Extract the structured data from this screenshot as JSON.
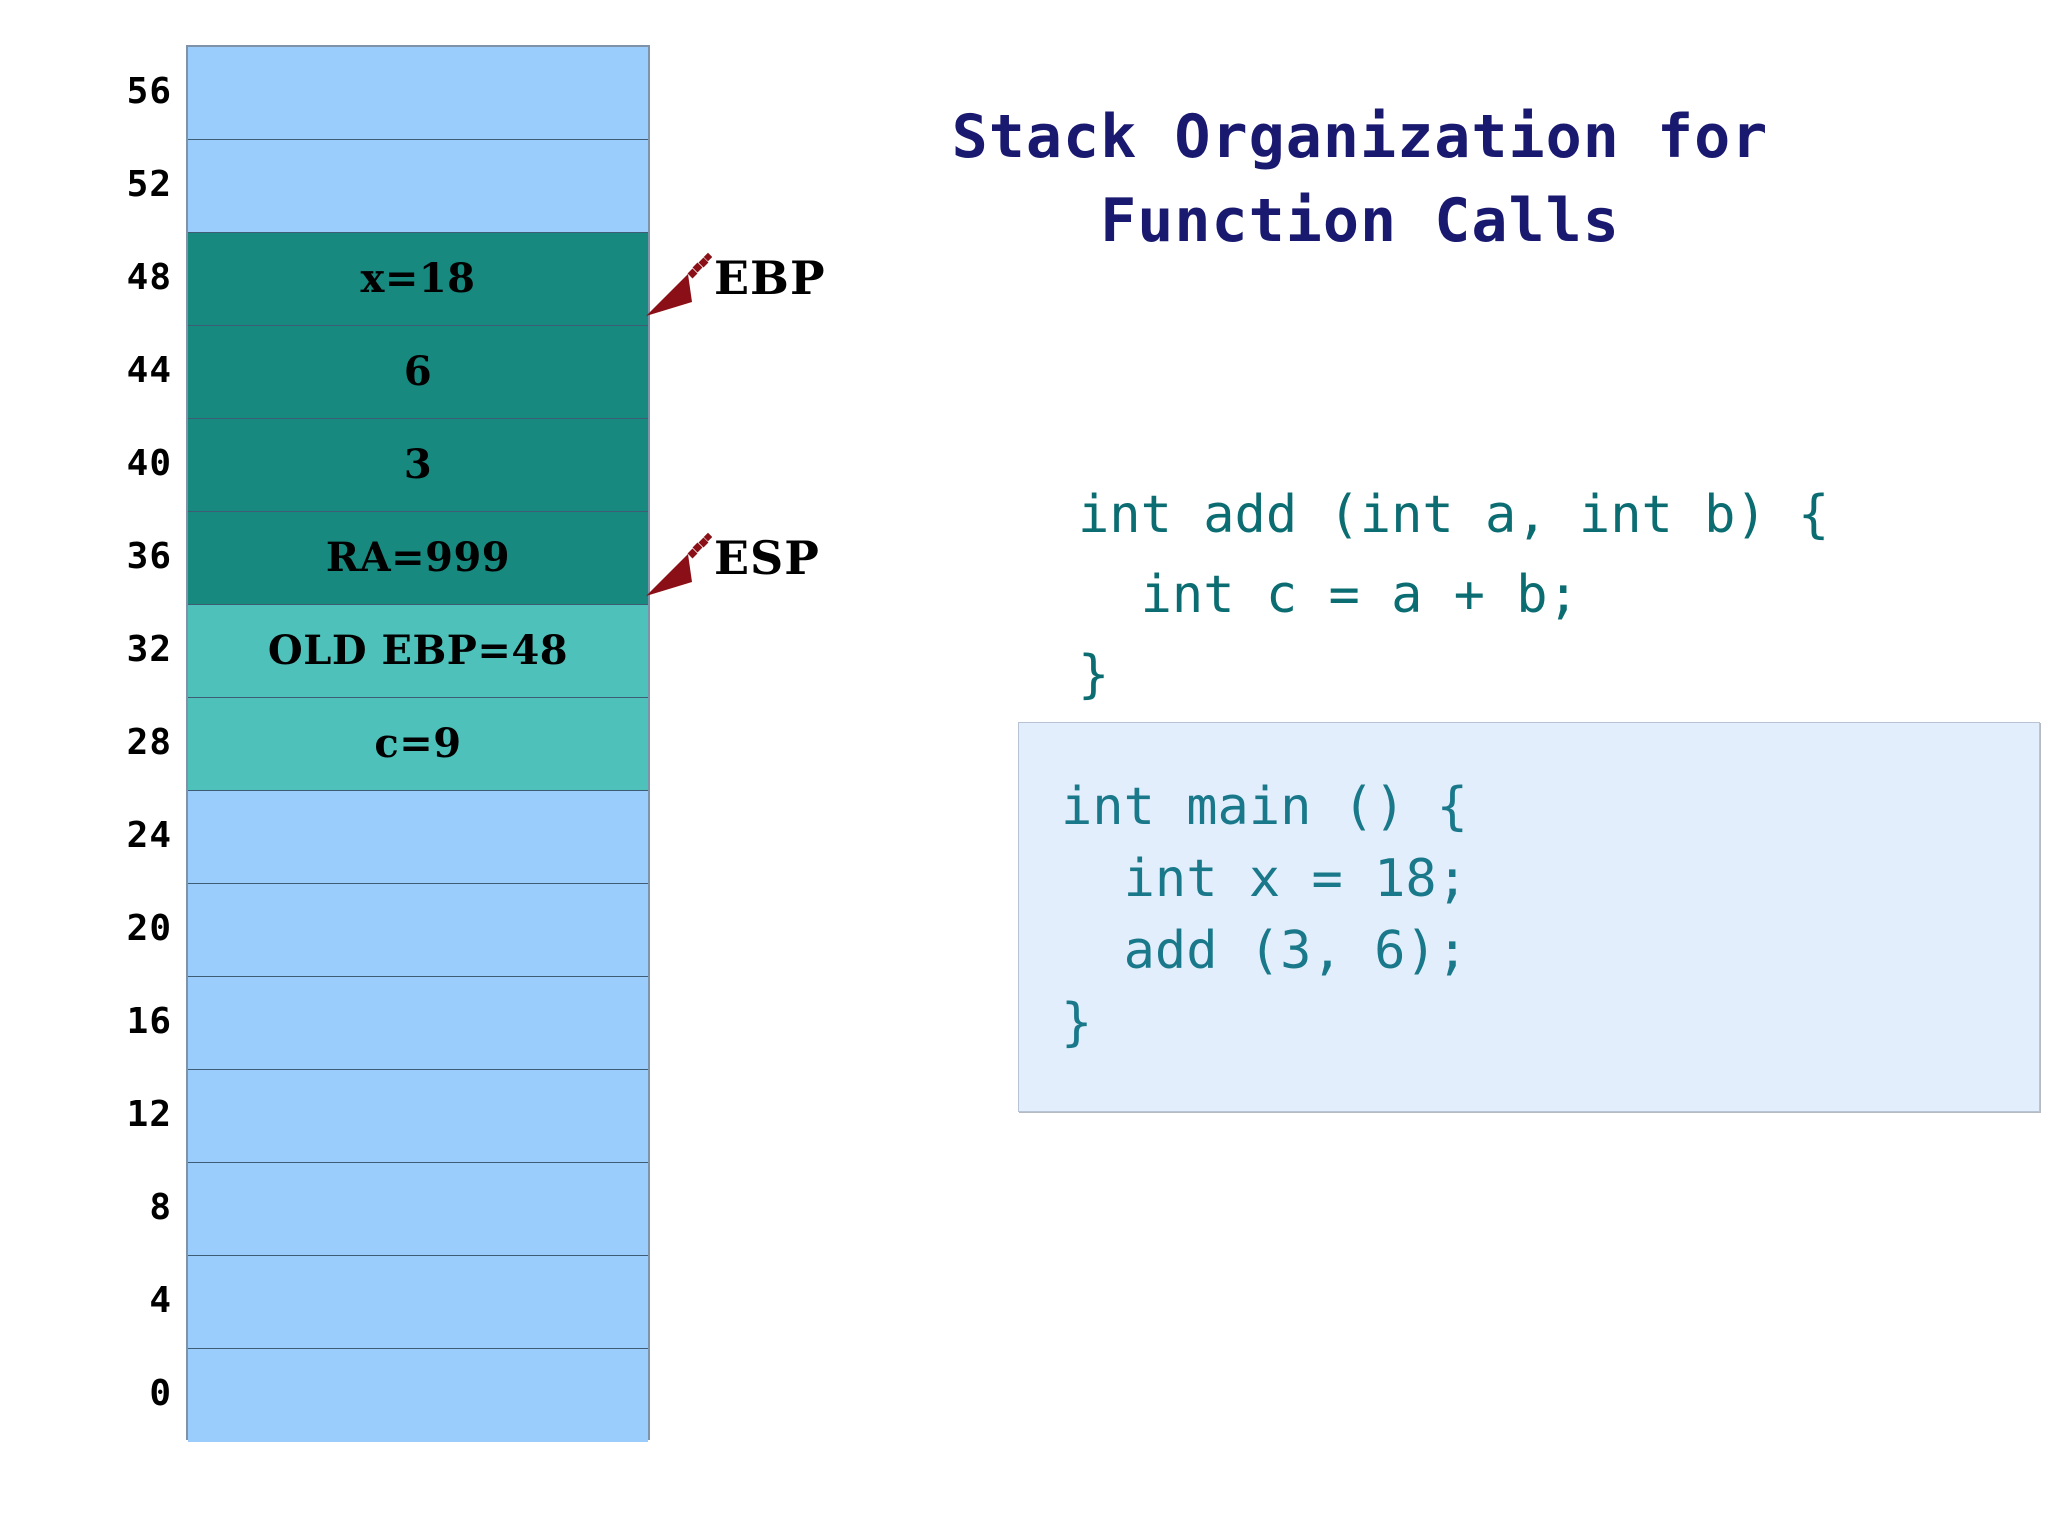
{
  "slide": {
    "title": "Stack Organization for\nFunction Calls",
    "title_color": "#191970",
    "background_color": "#ffffff"
  },
  "stack": {
    "colors": {
      "free_cell": "#9acdfc",
      "frame_dark": "#17897f",
      "frame_light": "#4ec1bb",
      "cell_border": "#3f5c75",
      "outer_border": "#7f93a8"
    },
    "addresses": [
      56,
      52,
      48,
      44,
      40,
      36,
      32,
      28,
      24,
      20,
      16,
      12,
      8,
      4,
      0
    ],
    "cells": [
      {
        "address": "56",
        "value": "",
        "kind": "free"
      },
      {
        "address": "52",
        "value": "",
        "kind": "free"
      },
      {
        "address": "48",
        "value": "x=18",
        "kind": "frame-dark"
      },
      {
        "address": "44",
        "value": "6",
        "kind": "frame-dark"
      },
      {
        "address": "40",
        "value": "3",
        "kind": "frame-dark"
      },
      {
        "address": "36",
        "value": "RA=999",
        "kind": "frame-dark"
      },
      {
        "address": "32",
        "value": "OLD EBP=48",
        "kind": "frame-light"
      },
      {
        "address": "28",
        "value": "c=9",
        "kind": "frame-light"
      },
      {
        "address": "24",
        "value": "",
        "kind": "free"
      },
      {
        "address": "20",
        "value": "",
        "kind": "free"
      },
      {
        "address": "16",
        "value": "",
        "kind": "free"
      },
      {
        "address": "12",
        "value": "",
        "kind": "free"
      },
      {
        "address": "8",
        "value": "",
        "kind": "free"
      },
      {
        "address": "4",
        "value": "",
        "kind": "free"
      },
      {
        "address": "0",
        "value": "",
        "kind": "free"
      }
    ]
  },
  "pointers": [
    {
      "label": "EBP",
      "points_at_address": "48",
      "color": "#8b0f16"
    },
    {
      "label": "ESP",
      "points_at_address": "36",
      "color": "#8b0f16"
    }
  ],
  "code": {
    "add_function": "int add (int a, int b) {\n  int c = a + b;\n}",
    "add_color": "#0b6d72",
    "main_function": "int main () {\n  int x = 18;\n  add (3, 6);\n}",
    "main_color": "#19788a",
    "main_box_background": "#e2eefb"
  }
}
